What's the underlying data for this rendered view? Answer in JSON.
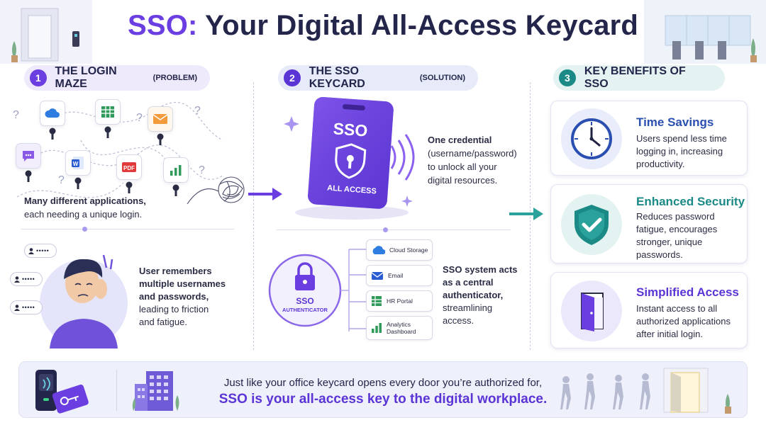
{
  "title": {
    "prefix": "SSO:",
    "rest": " Your Digital All-Access Keycard"
  },
  "sections": [
    {
      "num": "1",
      "label": "THE LOGIN MAZE",
      "sub": "(PROBLEM)"
    },
    {
      "num": "2",
      "label": "THE SSO KEYCARD",
      "sub": "(SOLUTION)"
    },
    {
      "num": "3",
      "label": "KEY BENEFITS OF SSO",
      "sub": ""
    }
  ],
  "problem": {
    "apps_caption": [
      "Many different applications,",
      "each needing a unique login."
    ],
    "user_caption": [
      "User remembers",
      "multiple usernames",
      "and passwords,",
      "leading to friction",
      "and fatigue."
    ],
    "password_mask": "•••••",
    "app_icon_text": {
      "pdf": "PDF",
      "word": "W"
    },
    "question_mark": "?"
  },
  "solution": {
    "card_title": "SSO",
    "card_sub": "ALL ACCESS",
    "card_caption": [
      "One credential",
      "(username/password)",
      "to unlock all your",
      "digital resources."
    ],
    "auth_label": "SSO",
    "auth_sub": "AUTHENTICATOR",
    "services": [
      "Cloud Storage",
      "Email",
      "HR Portal",
      "Analytics Dashboard"
    ],
    "auth_caption": [
      "SSO system acts",
      "as a central",
      "authenticator,",
      "streamlining",
      "access."
    ]
  },
  "benefits": [
    {
      "title": "Time Savings",
      "desc": [
        "Users spend less time",
        "logging in, increasing",
        "productivity."
      ],
      "icon": "clock-icon",
      "color": "#2a4fb0"
    },
    {
      "title": "Enhanced Security",
      "desc": [
        "Reduces password",
        "fatigue, encourages",
        "stronger, unique",
        "passwords."
      ],
      "icon": "shield-check-icon",
      "color": "#1b8a86"
    },
    {
      "title": "Simplified Access",
      "desc": [
        "Instant access to all",
        "authorized applications",
        "after initial login."
      ],
      "icon": "open-door-icon",
      "color": "#5b34d6"
    }
  ],
  "banner": {
    "line1": "Just like your office keycard opens every door you’re authorized for,",
    "line2": "SSO is your all-access key to the digital workplace."
  },
  "colors": {
    "purple": "#6a3ee0",
    "navy": "#23264a",
    "teal": "#1b8a86",
    "blue": "#2a4fb0"
  }
}
